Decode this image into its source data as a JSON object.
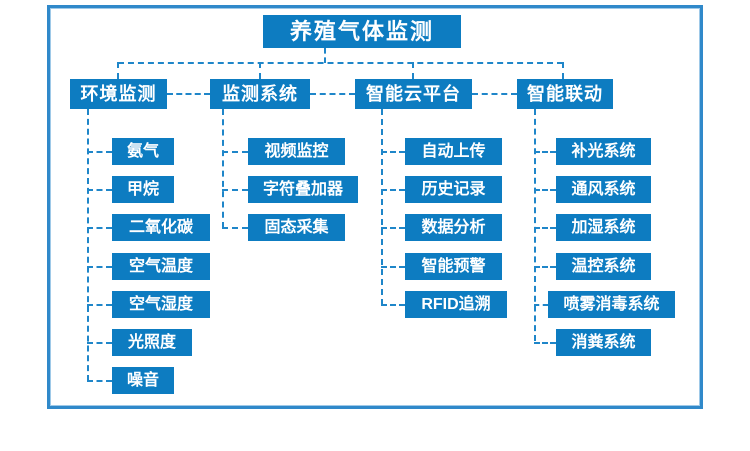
{
  "diagram": {
    "title": "养殖气体监测",
    "columns": [
      {
        "header": "环境监测",
        "children": [
          "氨气",
          "甲烷",
          "二氧化碳",
          "空气温度",
          "空气湿度",
          "光照度",
          "噪音"
        ]
      },
      {
        "header": "监测系统",
        "children": [
          "视频监控",
          "字符叠加器",
          "固态采集"
        ]
      },
      {
        "header": "智能云平台",
        "children": [
          "自动上传",
          "历史记录",
          "数据分析",
          "智能预警",
          "RFID追溯"
        ]
      },
      {
        "header": "智能联动",
        "children": [
          "补光系统",
          "通风系统",
          "加湿系统",
          "温控系统",
          "喷雾消毒系统",
          "消粪系统"
        ]
      }
    ],
    "colors": {
      "node_fill": "#0d7cc1",
      "connector_blue": "#1f86c9",
      "frame_border": "#3089ca",
      "node_text": "#ffffff",
      "background": "#ffffff"
    }
  }
}
